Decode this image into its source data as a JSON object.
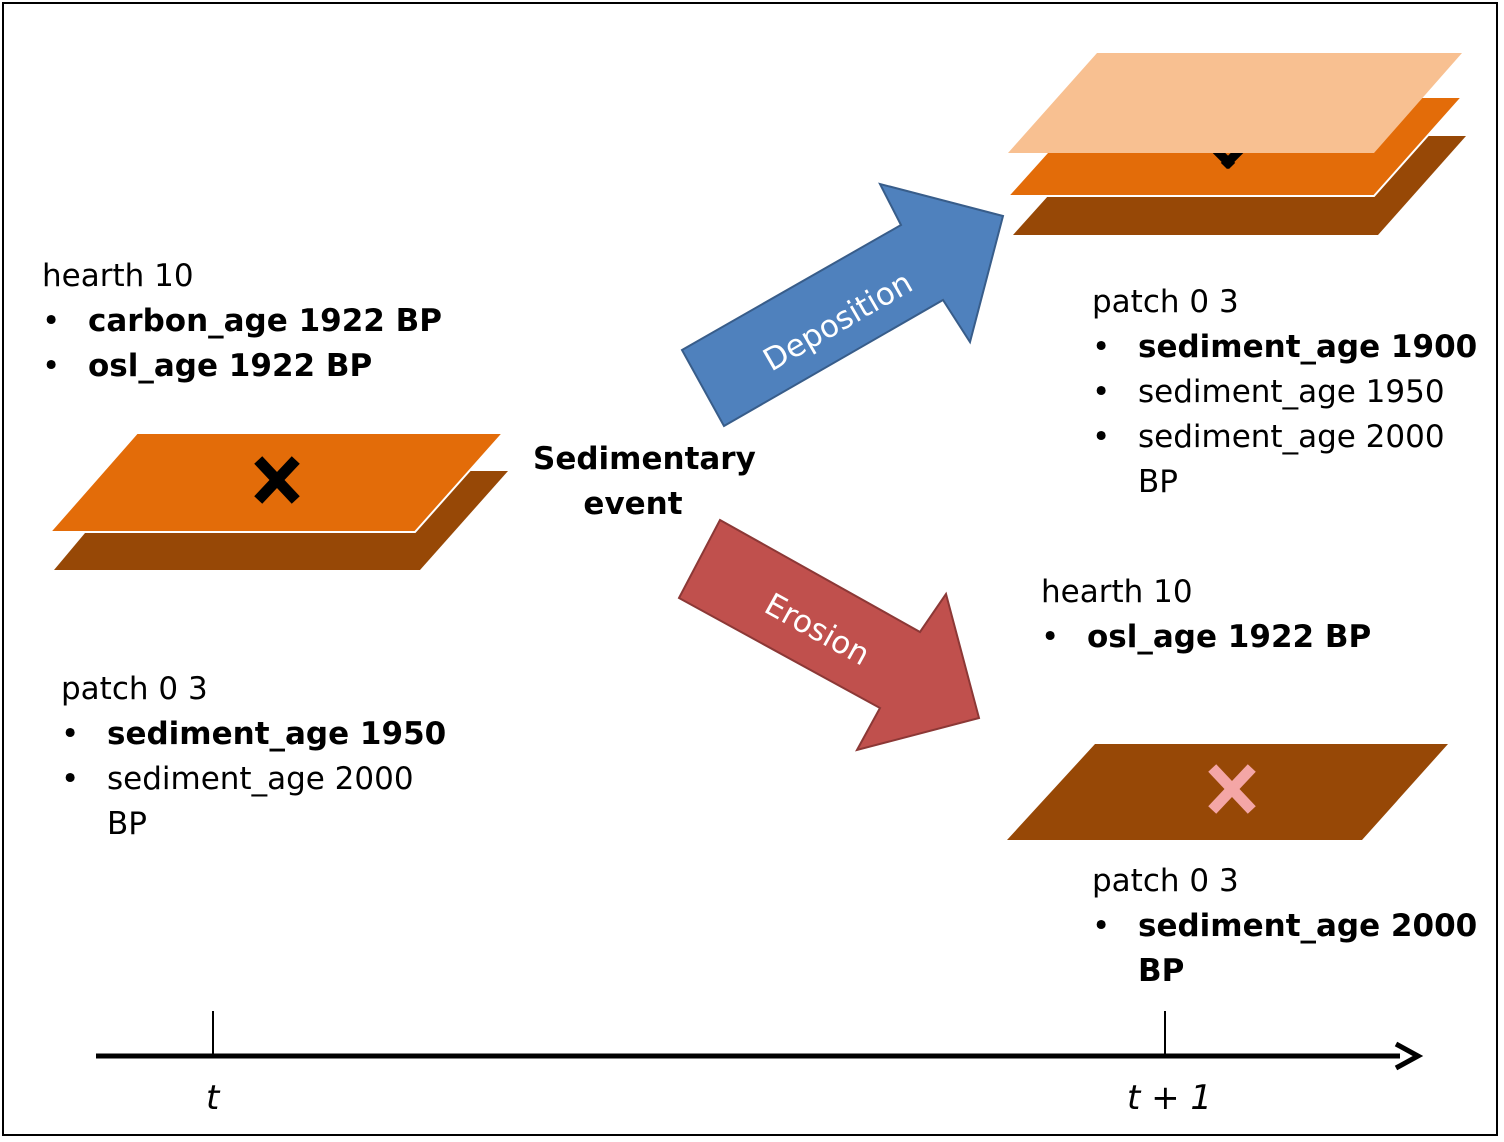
{
  "left": {
    "hearth": {
      "title": "hearth 10",
      "items": [
        "carbon_age 1922 BP",
        "osl_age 1922 BP"
      ]
    },
    "patch": {
      "title": "patch 0 3",
      "items": [
        "sediment_age 1950",
        "sediment_age 2000",
        "BP"
      ]
    }
  },
  "center": {
    "line1": "Sedimentary",
    "line2": "event"
  },
  "arrows": {
    "deposition": "Deposition",
    "erosion": "Erosion"
  },
  "right_top": {
    "patch": {
      "title": "patch 0 3",
      "items": [
        "sediment_age 1900",
        "sediment_age 1950",
        "sediment_age 2000",
        "BP"
      ]
    }
  },
  "right_bottom": {
    "hearth": {
      "title": "hearth 10",
      "items": [
        "osl_age 1922 BP"
      ]
    },
    "patch": {
      "title": "patch 0 3",
      "items": [
        "sediment_age 2000",
        "BP"
      ]
    }
  },
  "timeline": {
    "t0": "t",
    "t1": "t + 1"
  },
  "colors": {
    "dark_layer": "#974806",
    "orange_layer": "#E36C09",
    "light_layer": "#F8C091",
    "deposition_arrow": "#4F81BD",
    "erosion_arrow": "#C0504D",
    "faded_marker": "#F4A6A6"
  },
  "icons": [
    "x-marker-icon",
    "faded-x-marker-icon",
    "hidden-x-marker-icon"
  ]
}
